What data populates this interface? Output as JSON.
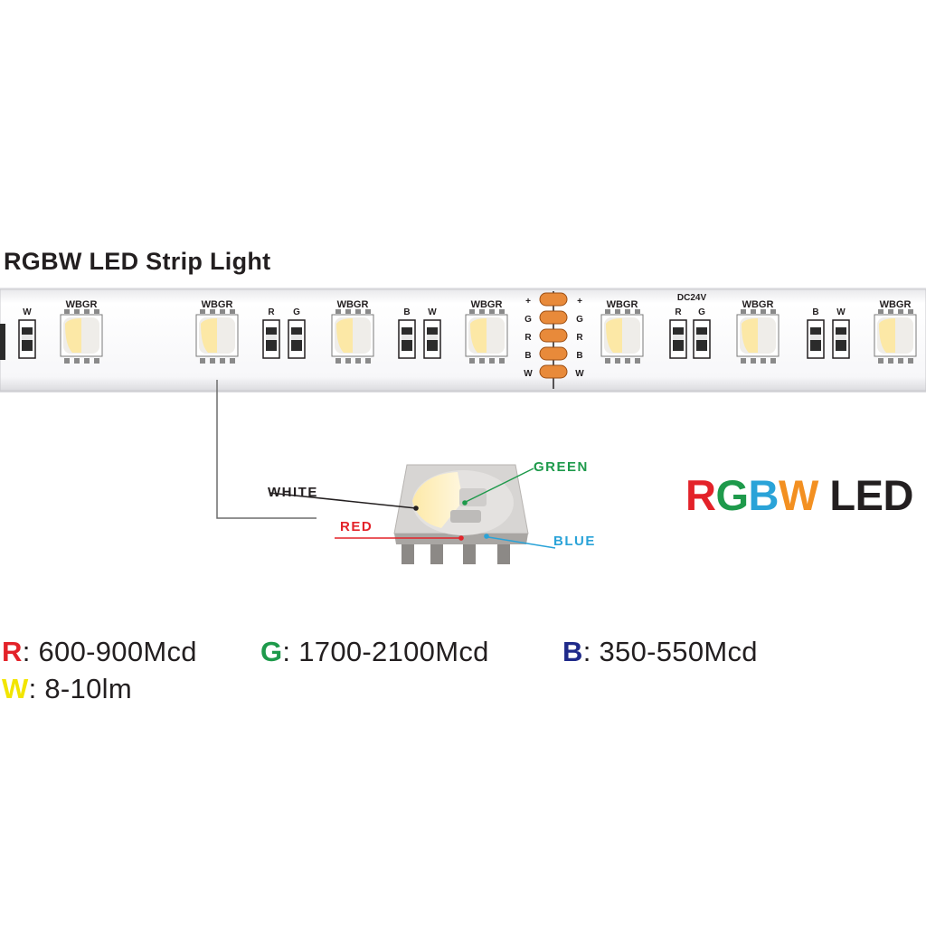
{
  "title": "RGBW LED Strip Light",
  "strip": {
    "led_label": "WBGR",
    "resistor_pairs": [
      [
        "W"
      ],
      [
        "R",
        "G"
      ],
      [
        "B",
        "W"
      ],
      [
        "R",
        "G"
      ],
      [
        "B",
        "W"
      ]
    ],
    "voltage_label": "DC24V",
    "pad_labels_left": [
      "+",
      "G",
      "R",
      "B",
      "W"
    ],
    "pad_labels_right": [
      "+",
      "G",
      "R",
      "B",
      "W"
    ]
  },
  "diagram": {
    "white": "WHITE",
    "green": "GREEN",
    "red": "RED",
    "blue": "BLUE"
  },
  "logo": {
    "r": "R",
    "g": "G",
    "b": "B",
    "w": "W",
    "rest": " LED"
  },
  "specs": [
    {
      "key": "R",
      "value": ": 600-900Mcd",
      "color": "#e32229"
    },
    {
      "key": "G",
      "value": ": 1700-2100Mcd",
      "color": "#1e9a4b"
    },
    {
      "key": "B",
      "value": ": 350-550Mcd",
      "color": "#1f2a8a"
    },
    {
      "key": "W",
      "value": ": 8-10lm",
      "color": "#f2e500"
    }
  ],
  "colors": {
    "red": "#e32229",
    "green": "#1e9a4b",
    "blue": "#2aa3d8",
    "white": "#231f20",
    "yellow": "#f2e500",
    "orange": "#f39021"
  }
}
